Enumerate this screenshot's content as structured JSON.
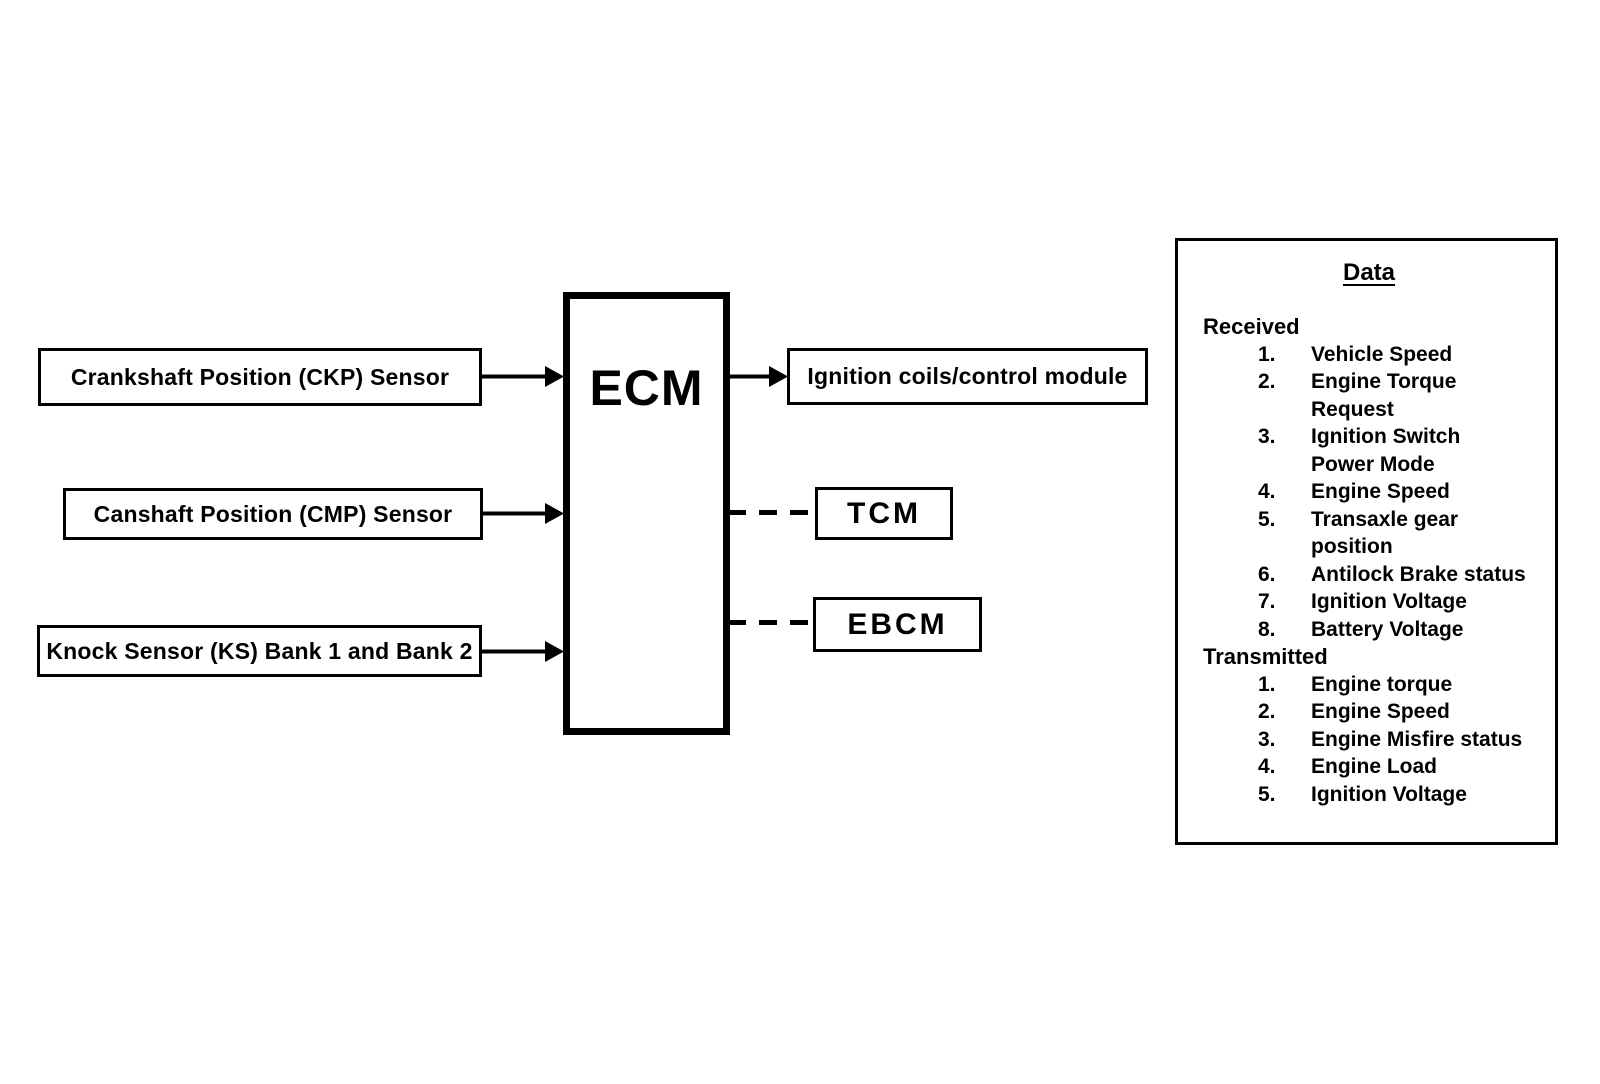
{
  "diagram": {
    "inputs": [
      {
        "label": "Crankshaft Position (CKP) Sensor"
      },
      {
        "label": "Canshaft Position (CMP) Sensor"
      },
      {
        "label": "Knock Sensor (KS) Bank 1 and Bank 2"
      }
    ],
    "ecm": {
      "label": "ECM"
    },
    "outputs": [
      {
        "label": "Ignition coils/control module"
      },
      {
        "label": "TCM"
      },
      {
        "label": "EBCM"
      }
    ],
    "data_panel": {
      "title": "Data",
      "received_label": "Received",
      "received_items": [
        "Vehicle Speed",
        "Engine Torque\nRequest",
        "Ignition Switch\nPower Mode",
        "Engine Speed",
        "Transaxle gear\nposition",
        "Antilock Brake status",
        "Ignition Voltage",
        "Battery Voltage"
      ],
      "transmitted_label": "Transmitted",
      "transmitted_items": [
        "Engine torque",
        "Engine Speed",
        "Engine Misfire status",
        "Engine Load",
        "Ignition Voltage"
      ]
    },
    "colors": {
      "line": "#000000",
      "background": "#ffffff"
    }
  }
}
